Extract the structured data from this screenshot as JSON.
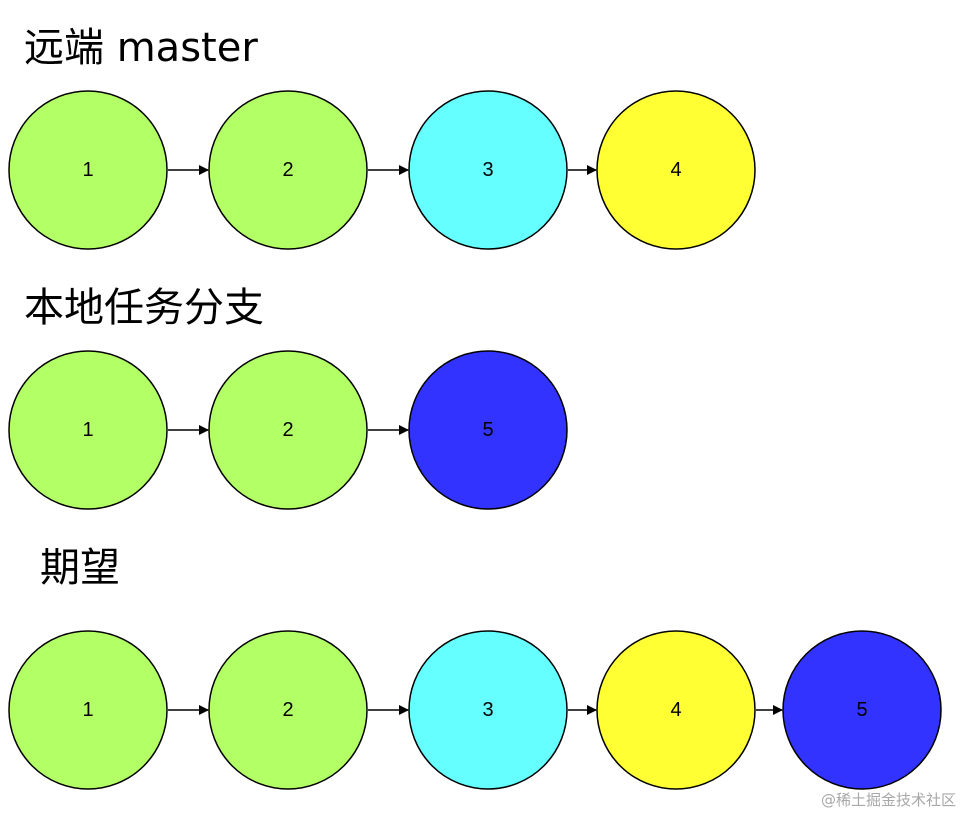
{
  "rows": [
    {
      "title": "远端 master",
      "nodes": [
        {
          "label": "1",
          "fill": "#b3ff66"
        },
        {
          "label": "2",
          "fill": "#b3ff66"
        },
        {
          "label": "3",
          "fill": "#66ffff"
        },
        {
          "label": "4",
          "fill": "#ffff33"
        }
      ]
    },
    {
      "title": "本地任务分支",
      "nodes": [
        {
          "label": "1",
          "fill": "#b3ff66"
        },
        {
          "label": "2",
          "fill": "#b3ff66"
        },
        {
          "label": "5",
          "fill": "#3333ff"
        }
      ]
    },
    {
      "title": "期望",
      "nodes": [
        {
          "label": "1",
          "fill": "#b3ff66"
        },
        {
          "label": "2",
          "fill": "#b3ff66"
        },
        {
          "label": "3",
          "fill": "#66ffff"
        },
        {
          "label": "4",
          "fill": "#ffff33"
        },
        {
          "label": "5",
          "fill": "#3333ff"
        }
      ]
    }
  ],
  "watermark": "@稀土掘金技术社区"
}
